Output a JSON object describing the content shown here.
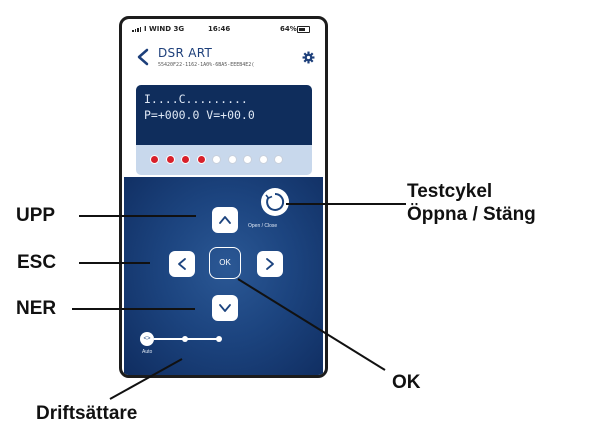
{
  "status_bar": {
    "carrier": "I WIND  3G",
    "time": "16:46",
    "battery": "64%"
  },
  "header": {
    "title": "DSR ART",
    "device_id": "55420F22-1162-1A0%-6BA5-EEEB4E2("
  },
  "display": {
    "line1": "I....C.........",
    "line2": "P=+000.0 V=+00.0",
    "leds": [
      "on",
      "on",
      "on",
      "on",
      "off",
      "off",
      "off",
      "off",
      "off"
    ]
  },
  "controls": {
    "ok_label": "OK",
    "open_close_label": "Open / Close",
    "auto_label": "Auto",
    "auto_knob_glyph": "<>"
  },
  "callouts": {
    "upp": "UPP",
    "esc": "ESC",
    "ner": "NER",
    "testcykel_line1": "Testcykel",
    "testcykel_line2": "Öppna / Stäng",
    "ok": "OK",
    "driftsattare": "Driftsättare"
  },
  "colors": {
    "panel_blue": "#1c447f",
    "lcd_blue": "#0f2d5c",
    "led_red": "#d8202a",
    "title_blue": "#1d3f7a"
  }
}
